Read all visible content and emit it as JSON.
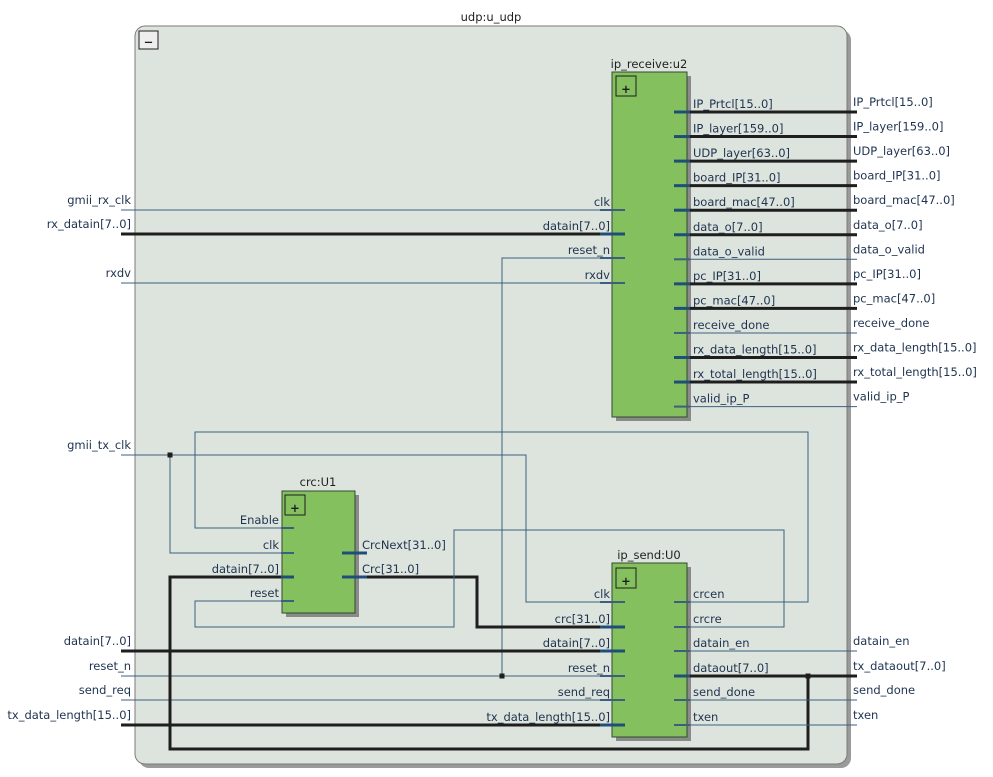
{
  "top": {
    "title": "udp:u_udp",
    "collapse_glyph": "−"
  },
  "ip_receive": {
    "title": "ip_receive:u2",
    "inputs": [
      "clk",
      "datain[7..0]",
      "reset_n",
      "rxdv"
    ],
    "outputs": [
      "IP_Prtcl[15..0]",
      "IP_layer[159..0]",
      "UDP_layer[63..0]",
      "board_IP[31..0]",
      "board_mac[47..0]",
      "data_o[7..0]",
      "data_o_valid",
      "pc_IP[31..0]",
      "pc_mac[47..0]",
      "receive_done",
      "rx_data_length[15..0]",
      "rx_total_length[15..0]",
      "valid_ip_P"
    ]
  },
  "crc": {
    "title": "crc:U1",
    "inputs": [
      "Enable",
      "clk",
      "datain[7..0]",
      "reset"
    ],
    "outputs": [
      "CrcNext[31..0]",
      "Crc[31..0]"
    ]
  },
  "ip_send": {
    "title": "ip_send:U0",
    "inputs": [
      "clk",
      "crc[31..0]",
      "datain[7..0]",
      "reset_n",
      "send_req",
      "tx_data_length[15..0]"
    ],
    "outputs": [
      "crcen",
      "crcre",
      "datain_en",
      "dataout[7..0]",
      "send_done",
      "txen"
    ]
  },
  "left_ports": [
    "gmii_rx_clk",
    "rx_datain[7..0]",
    "rxdv",
    "gmii_tx_clk",
    "datain[7..0]",
    "reset_n",
    "send_req",
    "tx_data_length[15..0]"
  ],
  "right_ports": [
    "IP_Prtcl[15..0]",
    "IP_layer[159..0]",
    "UDP_layer[63..0]",
    "board_IP[31..0]",
    "board_mac[47..0]",
    "data_o[7..0]",
    "data_o_valid",
    "pc_IP[31..0]",
    "pc_mac[47..0]",
    "receive_done",
    "rx_data_length[15..0]",
    "rx_total_length[15..0]",
    "valid_ip_P",
    "datain_en",
    "tx_dataout[7..0]",
    "send_done",
    "txen"
  ],
  "expand_glyph": "+",
  "colors": {
    "container": "#dde4dd",
    "block": "#84c05e",
    "wire": "#3c5f80",
    "bus": "#1e1e1e"
  }
}
